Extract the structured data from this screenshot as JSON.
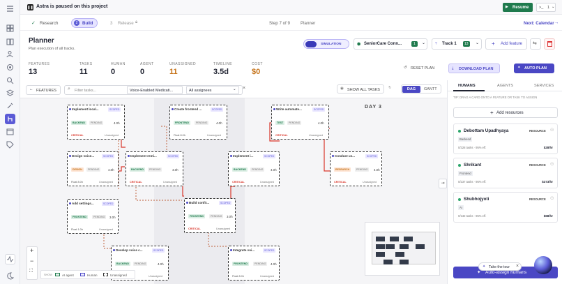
{
  "banner": {
    "text": "Astra is paused on this project",
    "resume": "Resume",
    "counter": "1"
  },
  "steps": {
    "step1": "Research",
    "step2": "Build",
    "step2_num": "2",
    "step3": "Release",
    "step3_num": "3",
    "progress": "Step 7 of 9",
    "current": "Planner",
    "next": "Next: Calendar"
  },
  "planner": {
    "title": "Planner",
    "subtitle": "Plan execution of all tracks.",
    "simulation": "SIMULATION",
    "project": "SeniorCare Conn...",
    "project_badge": "1",
    "track": "Track 1",
    "track_badge": "13",
    "add_feature": "Add feature"
  },
  "stats": [
    {
      "label": "FEATURES",
      "value": "13"
    },
    {
      "label": "TASKS",
      "value": "11"
    },
    {
      "label": "HUMAN",
      "value": "0"
    },
    {
      "label": "AGENT",
      "value": "0"
    },
    {
      "label": "UNASSIGNED",
      "value": "11"
    },
    {
      "label": "TIMELINE",
      "value": "3.5d"
    },
    {
      "label": "COST",
      "value": "$0"
    }
  ],
  "actions": {
    "reset": "RESET PLAN",
    "download": "DOWNLOAD PLAN",
    "auto": "AUTO PLAN"
  },
  "toolbar": {
    "features": "FEATURES",
    "filter_placeholder": "Filter tasks...",
    "feature_filter": "Voice-Enabled Medicati...",
    "assignees": "All assignees",
    "show_all": "SHOW ALL TASKS",
    "dag": "DAG",
    "gantt": "GANTT"
  },
  "canvas": {
    "day": "DAY 3"
  },
  "cards": [
    {
      "title": "Implement local...",
      "tag": "BACKEND",
      "status": "PENDING",
      "hours": "4.0h",
      "level": "CRITICAL",
      "assignee": "Unassigned",
      "scoped": "SCOPED"
    },
    {
      "title": "Create frontend ...",
      "tag": "FRONTEND",
      "status": "PENDING",
      "hours": "4.0h",
      "level": "Float 8.0h",
      "assignee": "Unassigned",
      "scoped": "SCOPED"
    },
    {
      "title": "Write automate...",
      "tag": "TEST",
      "status": "PENDING",
      "hours": "4.0h",
      "level": "CRITICAL",
      "assignee": "Unassigned",
      "scoped": "SCOPED"
    },
    {
      "title": "Design voice...",
      "tag": "DESIGN",
      "status": "PENDING",
      "hours": "4.0h",
      "level": "Float 8.0h",
      "assignee": "Unassigned",
      "scoped": "SCOPED"
    },
    {
      "title": "Implement remi...",
      "tag": "BACKEND",
      "status": "PENDING",
      "hours": "4.0h",
      "level": "CRITICAL",
      "assignee": "Unassigned",
      "scoped": "SCOPED"
    },
    {
      "title": "Implement i...",
      "tag": "BACKEND",
      "status": "PENDING",
      "hours": "4.0h",
      "level": "CRITICAL",
      "assignee": "Unassigned",
      "scoped": "SCOPED"
    },
    {
      "title": "Conduct us...",
      "tag": "RESEARCH",
      "status": "PENDING",
      "hours": "4.0h",
      "level": "CRITICAL",
      "assignee": "Unassigned",
      "scoped": "SCOPED"
    },
    {
      "title": "Add settings...",
      "tag": "FRONTEND",
      "status": "PENDING",
      "hours": "3.0h",
      "level": "Float 1.0h",
      "assignee": "Unassigned",
      "scoped": "SCOPED"
    },
    {
      "title": "Build confir...",
      "tag": "FRONTEND",
      "status": "PENDING",
      "hours": "3.0h",
      "level": "CRITICAL",
      "assignee": "Unassigned",
      "scoped": "SCOPED"
    },
    {
      "title": "Develop voice c...",
      "tag": "BACKEND",
      "status": "PENDING",
      "hours": "4.0h",
      "level": "Float 4.0h",
      "assignee": "Unassigned",
      "scoped": "SCOPED"
    },
    {
      "title": "Integrate voi...",
      "tag": "FRONTEND",
      "status": "PENDING",
      "hours": "4.0h",
      "level": "Float 8.0h",
      "assignee": "Unassigned",
      "scoped": "SCOPED"
    }
  ],
  "legend": {
    "show": "SHOW",
    "ai": "AI agent",
    "human": "Human",
    "unassigned": "Unassigned"
  },
  "right": {
    "tabs": [
      "HUMANS",
      "AGENTS",
      "SERVICES"
    ],
    "tip": "TIP: DRAG A CARD ONTO A FEATURE OR TASK TO ASSIGN",
    "add": "Add resources",
    "resources": [
      {
        "name": "Debottam Upadhyaya",
        "role": "Backend",
        "badge": "RESOURCE",
        "stats": "0/328 tasks · 95% eff.",
        "rate": "$28/hr"
      },
      {
        "name": "Shrikant",
        "role": "Frontend",
        "badge": "RESOURCE",
        "stats": "0/237 tasks · 95% eff.",
        "rate": "$373/hr"
      },
      {
        "name": "Shubhojyoti",
        "role": "AI",
        "badge": "RESOURCE",
        "stats": "0/132 tasks · 95% eff.",
        "rate": "$68/hr"
      }
    ],
    "tour": "Take the tour",
    "auto_assign": "Auto-assign humans"
  }
}
